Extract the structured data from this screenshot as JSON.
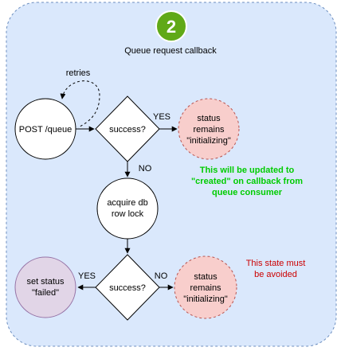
{
  "step": {
    "number": "2",
    "title": "Queue request callback"
  },
  "nodes": {
    "post_queue": "POST /queue",
    "retries": "retries",
    "success_1": "success?",
    "status_init_1": [
      "status",
      "remains",
      "\"initializing\""
    ],
    "acquire_lock": [
      "acquire db",
      "row lock"
    ],
    "success_2": "success?",
    "status_init_2": [
      "status",
      "remains",
      "\"initializing\""
    ],
    "set_failed": [
      "set status",
      "\"failed\""
    ]
  },
  "edges": {
    "yes_1": "YES",
    "no_1": "NO",
    "yes_2": "YES",
    "no_2": "NO"
  },
  "notes": {
    "update_note": [
      "This will be updated to",
      "\"created\" on callback from",
      "queue consumer"
    ],
    "avoid_note": [
      "This state must",
      "be avoided"
    ]
  },
  "colors": {
    "panel_fill": "#dae8fc",
    "panel_stroke": "#6c8ebf",
    "badge_fill": "#60a917",
    "status_fill": "#f8cecc",
    "status_stroke": "#b85450",
    "failed_fill": "#e1d5e7",
    "failed_stroke": "#9673a6",
    "note_green": "#00cc00",
    "note_red": "#cc0000"
  }
}
